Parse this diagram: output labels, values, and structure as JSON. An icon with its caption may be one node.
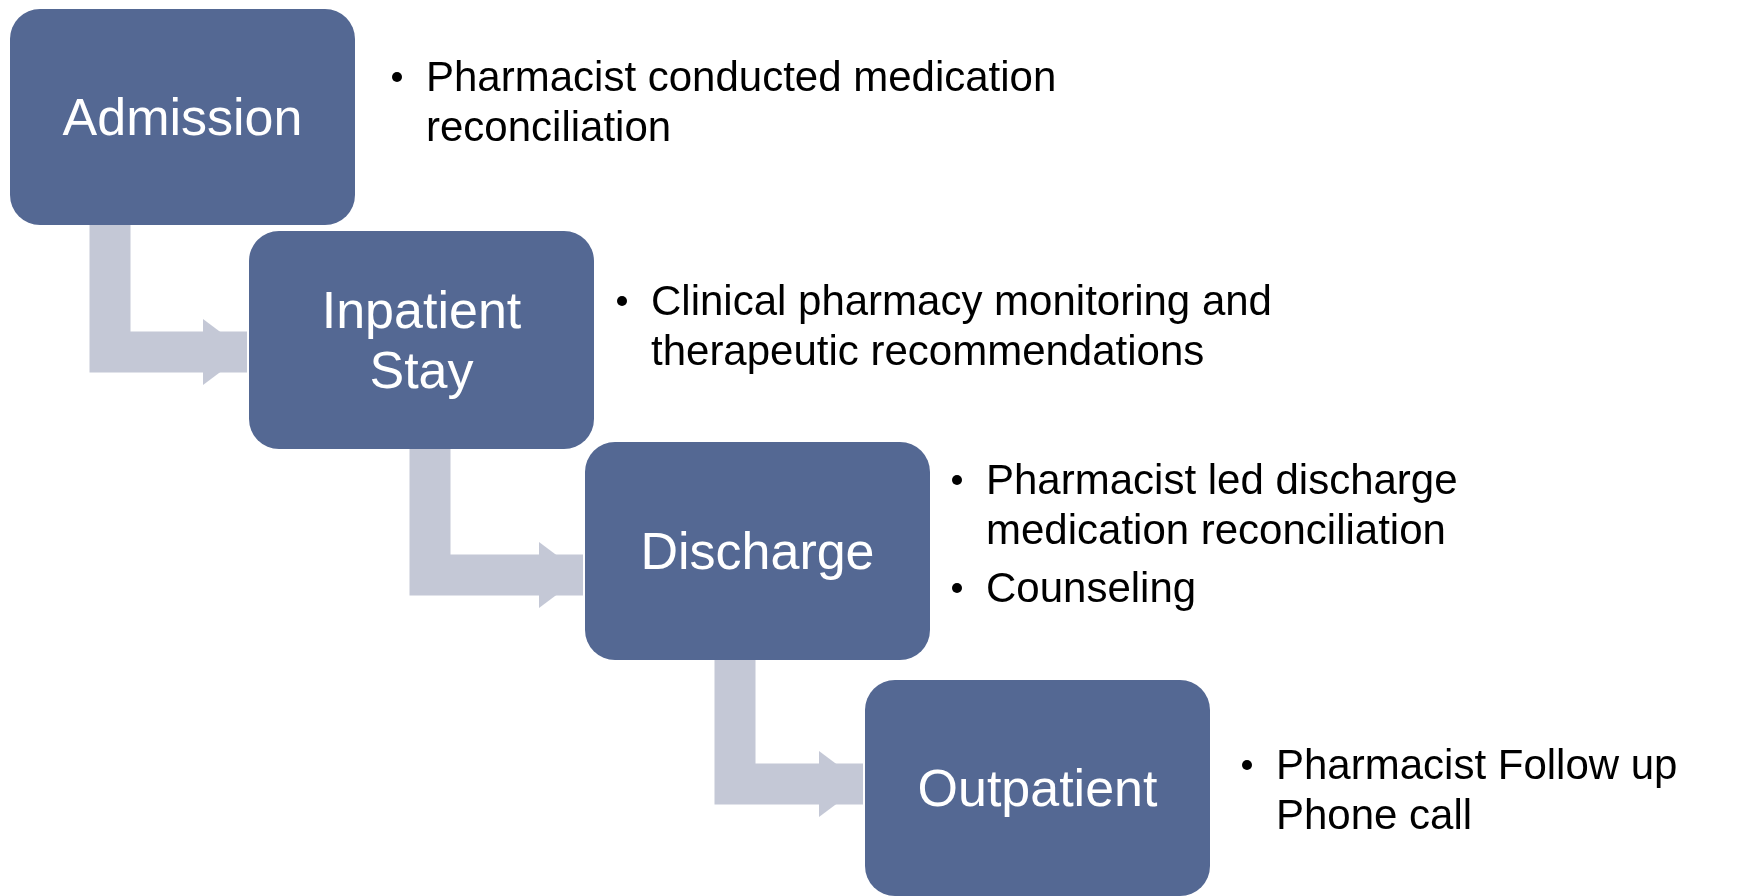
{
  "diagram": {
    "nodes": [
      {
        "text": [
          "Admission"
        ],
        "beside": [
          "Pharmacist conducted medication reconciliation"
        ]
      },
      {
        "text": [
          "Inpatient Stay"
        ],
        "beside": [
          "Clinical pharmacy monitoring and therapeutic recommendations"
        ]
      },
      {
        "text": [
          "Discharge"
        ],
        "beside": [
          "Pharmacist led discharge medication reconciliation",
          "Counseling"
        ]
      },
      {
        "text": [
          "Outpatient"
        ],
        "beside": [
          "Pharmacist Follow up Phone call"
        ]
      }
    ],
    "edges": [
      {
        "from": 0,
        "to": 1,
        "arrow": "to"
      },
      {
        "from": 1,
        "to": 2,
        "arrow": "to"
      },
      {
        "from": 2,
        "to": 3,
        "arrow": "to"
      }
    ]
  }
}
